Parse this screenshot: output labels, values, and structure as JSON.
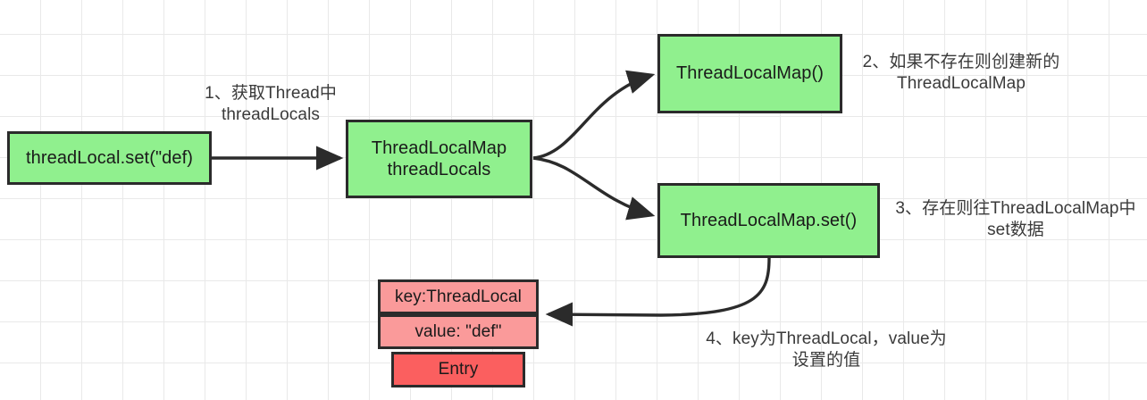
{
  "diagram": {
    "title": "ThreadLocal set flow",
    "colors": {
      "green_fill": "#90f08e",
      "red_light_fill": "#fa9a9a",
      "red_fill": "#fb5f5f",
      "stroke": "#2b2b2b",
      "grid_line": "#e9e9e9",
      "background": "#ffffff",
      "label_text": "#3a3a3a"
    },
    "nodes": {
      "set_call": "threadLocal.set(\"def)",
      "thread_locals": "ThreadLocalMap\nthreadLocals",
      "new_map": "ThreadLocalMap()",
      "map_set": "ThreadLocalMap.set()",
      "entry_key": "key:ThreadLocal",
      "entry_value": "value: \"def\"",
      "entry_title": "Entry"
    },
    "labels": {
      "step1": "1、获取Thread中\nthreadLocals",
      "step2": "2、如果不存在则创建新的\nThreadLocalMap",
      "step3": "3、存在则往ThreadLocalMap中\nset数据",
      "step4": "4、key为ThreadLocal，value为\n设置的值"
    }
  }
}
